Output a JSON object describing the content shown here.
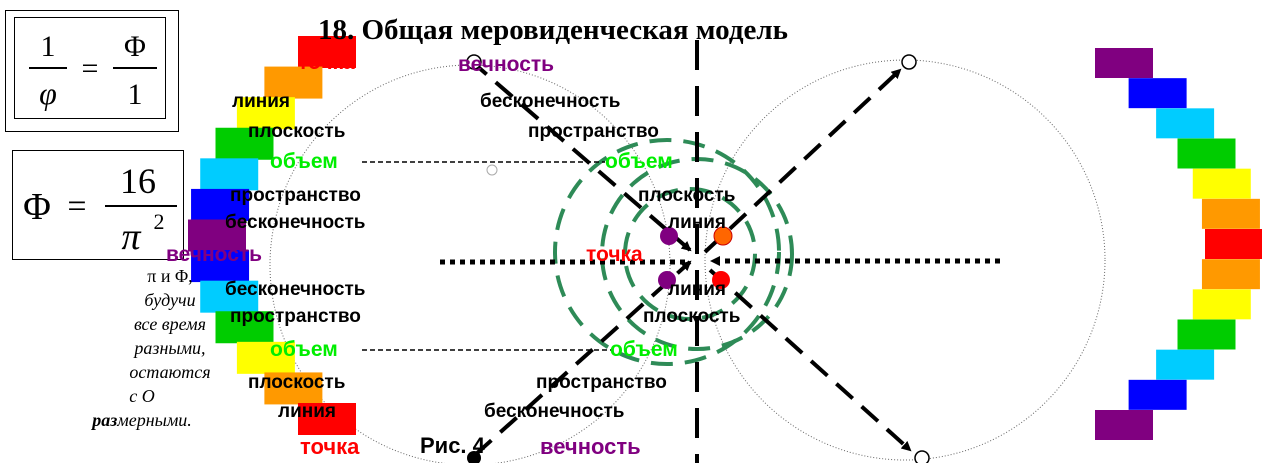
{
  "title": "18. Общая меровиденческая модель",
  "formula1": {
    "num_left": "1",
    "den_left": "φ",
    "num_right": "Φ",
    "den_right": "1",
    "eq": "="
  },
  "formula2": {
    "lhs": "Φ",
    "eq": "=",
    "num": "16",
    "den": "π",
    "exp": "2"
  },
  "note": {
    "line1": "π и Φ,",
    "line2": "будучи",
    "line3": "все время",
    "line4": "разными,",
    "line5": "остаются",
    "line6_a": "с О ",
    "line6_b": "раз",
    "line6_c": "мерными."
  },
  "caption": "Рис. 4",
  "labels": {
    "tochka_top": "точка",
    "vechnost_top": "вечность",
    "linia_top": "линия",
    "beskon_top": "бесконечность",
    "ploskost_top_l": "плоскость",
    "prostranstvo_top_r": "пространство",
    "obem_top_l": "объем",
    "obem_top_r": "объем",
    "prostranstvo_top_l": "пространство",
    "ploskost_top_r": "плоскость",
    "beskon_mid_l": "бесконечность",
    "linia_mid_r": "линия",
    "vechnost_mid": "вечность",
    "tochka_mid": "точка",
    "beskon_mid_l2": "бесконечность",
    "linia_mid_r2": "линия",
    "prostranstvo_bot_l": "пространство",
    "ploskost_bot_r": "плоскость",
    "obem_bot_l": "объем",
    "obem_bot_r": "объем",
    "ploskost_bot_l": "плоскость",
    "prostranstvo_bot_r": "пространство",
    "linia_bot_l": "линия",
    "beskon_bot_r": "бесконечность",
    "tochka_bot": "точка",
    "vechnost_bot": "вечность"
  },
  "colors": {
    "red": "#ff0000",
    "purple": "#800080",
    "green": "#00ee00",
    "dash_green": "#2e8b57",
    "spectrum": [
      "#800080",
      "#0000ff",
      "#00ccff",
      "#00cc00",
      "#ffff00",
      "#ff9900",
      "#ff0000"
    ]
  }
}
